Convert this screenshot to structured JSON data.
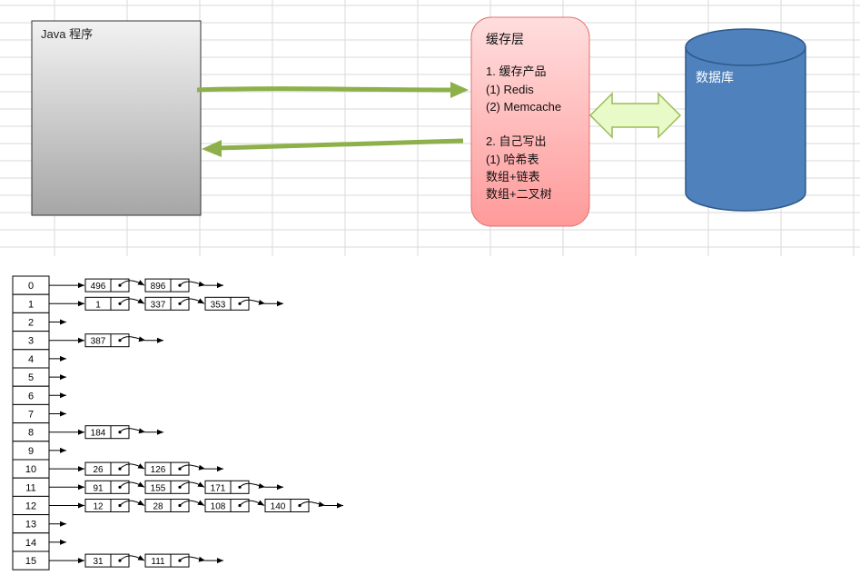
{
  "top": {
    "java_box_label": "Java 程序",
    "cache_box": {
      "title": "缓存层",
      "lines": [
        "1. 缓存产品",
        "(1) Redis",
        "(2) Memcache",
        "",
        "2. 自己写出",
        "(1) 哈希表",
        "数组+链表",
        "数组+二叉树"
      ]
    },
    "db_label": "数据库",
    "colors": {
      "java_box_top": "#f2f2f2",
      "java_box_bottom": "#a6a6a6",
      "cache_fill_top": "#ffdede",
      "cache_fill_bottom": "#ff9a9a",
      "cache_border": "#e07070",
      "db_fill": "#4f81bd",
      "db_border": "#2e5a8a",
      "green_arrow": "#8db04a",
      "double_arrow_fill": "#e8fac8",
      "double_arrow_border": "#9bbb59",
      "grid_line": "#dadada"
    }
  },
  "hash_table": {
    "rows": [
      {
        "index": "0",
        "chain": [
          "496",
          "896"
        ]
      },
      {
        "index": "1",
        "chain": [
          "1",
          "337",
          "353"
        ]
      },
      {
        "index": "2",
        "chain": []
      },
      {
        "index": "3",
        "chain": [
          "387"
        ]
      },
      {
        "index": "4",
        "chain": []
      },
      {
        "index": "5",
        "chain": []
      },
      {
        "index": "6",
        "chain": []
      },
      {
        "index": "7",
        "chain": []
      },
      {
        "index": "8",
        "chain": [
          "184"
        ]
      },
      {
        "index": "9",
        "chain": []
      },
      {
        "index": "10",
        "chain": [
          "26",
          "126"
        ]
      },
      {
        "index": "11",
        "chain": [
          "91",
          "155",
          "171"
        ]
      },
      {
        "index": "12",
        "chain": [
          "12",
          "28",
          "108",
          "140"
        ]
      },
      {
        "index": "13",
        "chain": []
      },
      {
        "index": "14",
        "chain": []
      },
      {
        "index": "15",
        "chain": [
          "31",
          "111"
        ]
      }
    ]
  }
}
